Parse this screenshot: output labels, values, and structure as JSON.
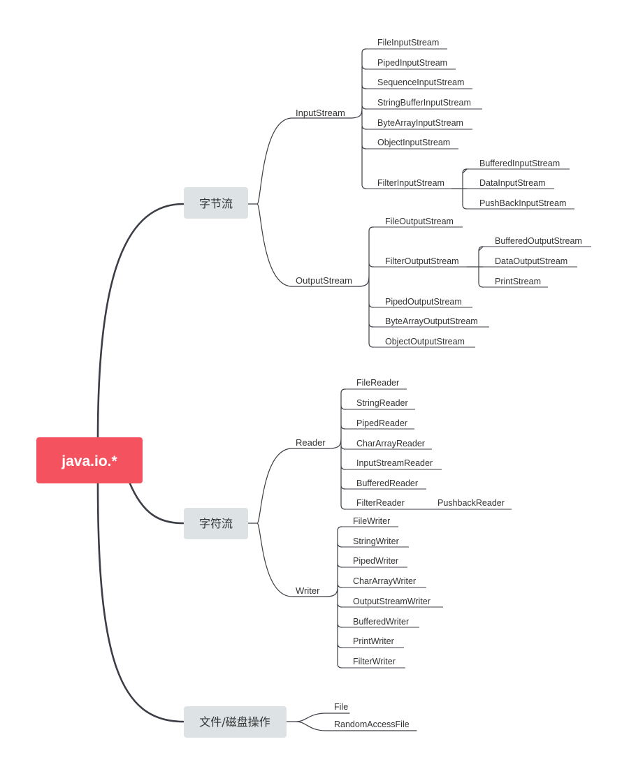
{
  "root": {
    "label": "java.io.*",
    "color": "#f5525f"
  },
  "main_box_color": "#dde3e5",
  "line_color": "#3b3f45",
  "byte_stream": {
    "label": "字节流",
    "input": {
      "label": "InputStream",
      "items": [
        "FileInputStream",
        "PipedInputStream",
        "SequenceInputStream",
        "StringBufferInputStream",
        "ByteArrayInputStream",
        "ObjectInputStream",
        "FilterInputStream"
      ],
      "filter_children": [
        "BufferedInputStream",
        "DataInputStream",
        "PushBackInputStream"
      ]
    },
    "output": {
      "label": "OutputStream",
      "items": [
        "FileOutputStream",
        "FilterOutputStream",
        "PipedOutputStream",
        "ByteArrayOutputStream",
        "ObjectOutputStream"
      ],
      "filter_children": [
        "BufferedOutputStream",
        "DataOutputStream",
        "PrintStream"
      ]
    }
  },
  "char_stream": {
    "label": "字符流",
    "reader": {
      "label": "Reader",
      "items": [
        "FileReader",
        "StringReader",
        "PipedReader",
        "CharArrayReader",
        "InputStreamReader",
        "BufferedReader",
        "FilterReader"
      ],
      "filter_children": [
        "PushbackReader"
      ]
    },
    "writer": {
      "label": "Writer",
      "items": [
        "FileWriter",
        "StringWriter",
        "PipedWriter",
        "CharArrayWriter",
        "OutputStreamWriter",
        "BufferedWriter",
        "PrintWriter",
        "FilterWriter"
      ]
    }
  },
  "file_ops": {
    "label": "文件/磁盘操作",
    "items": [
      "File",
      "RandomAccessFile"
    ]
  }
}
